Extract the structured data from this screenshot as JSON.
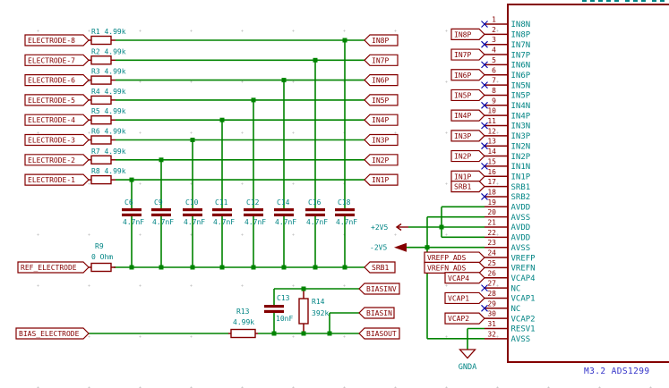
{
  "palette": {
    "wire": "#008400",
    "device": "#840000",
    "text": "#008484",
    "pin_name": "#008484",
    "noconnect": "#0000A8",
    "caption": "#3232C8",
    "junction": "#008400",
    "background": "#ffffff"
  },
  "electrodes": {
    "rows": [
      {
        "label": "ELECTRODE-8",
        "r_ref": "R1",
        "r_val": "4.99k",
        "out": "IN8P",
        "c_ref": "C18",
        "c_val": "4.7nF"
      },
      {
        "label": "ELECTRODE-7",
        "r_ref": "R2",
        "r_val": "4.99k",
        "out": "IN7P",
        "c_ref": "C16",
        "c_val": "4.7nF"
      },
      {
        "label": "ELECTRODE-6",
        "r_ref": "R3",
        "r_val": "4.99k",
        "out": "IN6P",
        "c_ref": "C14",
        "c_val": "4.7nF"
      },
      {
        "label": "ELECTRODE-5",
        "r_ref": "R4",
        "r_val": "4.99k",
        "out": "IN5P",
        "c_ref": "C12",
        "c_val": "4.7nF"
      },
      {
        "label": "ELECTRODE-4",
        "r_ref": "R5",
        "r_val": "4.99k",
        "out": "IN4P",
        "c_ref": "C11",
        "c_val": "4.7nF"
      },
      {
        "label": "ELECTRODE-3",
        "r_ref": "R6",
        "r_val": "4.99k",
        "out": "IN3P",
        "c_ref": "C10",
        "c_val": "4.7nF"
      },
      {
        "label": "ELECTRODE-2",
        "r_ref": "R7",
        "r_val": "4.99k",
        "out": "IN2P",
        "c_ref": "C9",
        "c_val": "4.7nF"
      },
      {
        "label": "ELECTRODE-1",
        "r_ref": "R8",
        "r_val": "4.99k",
        "out": "IN1P",
        "c_ref": "C6",
        "c_val": "4.7nF"
      }
    ]
  },
  "reference_branch": {
    "label": "REF_ELECTRODE",
    "r_ref": "R9",
    "r_val": "0 Ohm",
    "bus_label": "SRB1"
  },
  "bias_branch": {
    "label": "BIAS_ELECTRODE",
    "r13_ref": "R13",
    "r13_val": "4.99k",
    "c13_ref": "C13",
    "c13_val": "10nF",
    "r14_ref": "R14",
    "r14_val": "392k",
    "net_top": "BIASINV",
    "net_mid": "BIASIN",
    "net_bot": "BIASOUT"
  },
  "power": {
    "vpos": "+2V5",
    "vneg": "-2V5",
    "gnd": "GNDA"
  },
  "ic": {
    "caption": "M3.2 ADS1299",
    "pins": [
      {
        "num": 1,
        "name": "IN8N",
        "conn": "nc"
      },
      {
        "num": 2,
        "name": "IN8P",
        "conn": "label",
        "label": "IN8P"
      },
      {
        "num": 3,
        "name": "IN7N",
        "conn": "nc"
      },
      {
        "num": 4,
        "name": "IN7P",
        "conn": "label",
        "label": "IN7P"
      },
      {
        "num": 5,
        "name": "IN6N",
        "conn": "nc"
      },
      {
        "num": 6,
        "name": "IN6P",
        "conn": "label",
        "label": "IN6P"
      },
      {
        "num": 7,
        "name": "IN5N",
        "conn": "nc"
      },
      {
        "num": 8,
        "name": "IN5P",
        "conn": "label",
        "label": "IN5P"
      },
      {
        "num": 9,
        "name": "IN4N",
        "conn": "nc"
      },
      {
        "num": 10,
        "name": "IN4P",
        "conn": "label",
        "label": "IN4P"
      },
      {
        "num": 11,
        "name": "IN3N",
        "conn": "nc"
      },
      {
        "num": 12,
        "name": "IN3P",
        "conn": "label",
        "label": "IN3P"
      },
      {
        "num": 13,
        "name": "IN2N",
        "conn": "nc"
      },
      {
        "num": 14,
        "name": "IN2P",
        "conn": "label",
        "label": "IN2P"
      },
      {
        "num": 15,
        "name": "IN1N",
        "conn": "nc"
      },
      {
        "num": 16,
        "name": "IN1P",
        "conn": "label",
        "label": "IN1P"
      },
      {
        "num": 17,
        "name": "SRB1",
        "conn": "label",
        "label": "SRB1"
      },
      {
        "num": 18,
        "name": "SRB2",
        "conn": "nc"
      },
      {
        "num": 19,
        "name": "AVDD",
        "conn": "wire"
      },
      {
        "num": 20,
        "name": "AVSS",
        "conn": "wire"
      },
      {
        "num": 21,
        "name": "AVDD",
        "conn": "wire"
      },
      {
        "num": 22,
        "name": "AVDD",
        "conn": "wire"
      },
      {
        "num": 23,
        "name": "AVSS",
        "conn": "wire"
      },
      {
        "num": 24,
        "name": "VREFP",
        "conn": "label_wide",
        "label": "VREFP_ADS"
      },
      {
        "num": 25,
        "name": "VREFN",
        "conn": "label_wide",
        "label": "VREFN_ADS"
      },
      {
        "num": 26,
        "name": "VCAP4",
        "conn": "label_med",
        "label": "VCAP4"
      },
      {
        "num": 27,
        "name": "NC",
        "conn": "nc"
      },
      {
        "num": 28,
        "name": "VCAP1",
        "conn": "label_med",
        "label": "VCAP1"
      },
      {
        "num": 29,
        "name": "NC",
        "conn": "nc"
      },
      {
        "num": 30,
        "name": "VCAP2",
        "conn": "label_med",
        "label": "VCAP2"
      },
      {
        "num": 31,
        "name": "RESV1",
        "conn": "gnd"
      },
      {
        "num": 32,
        "name": "AVSS",
        "conn": "wire"
      }
    ]
  }
}
